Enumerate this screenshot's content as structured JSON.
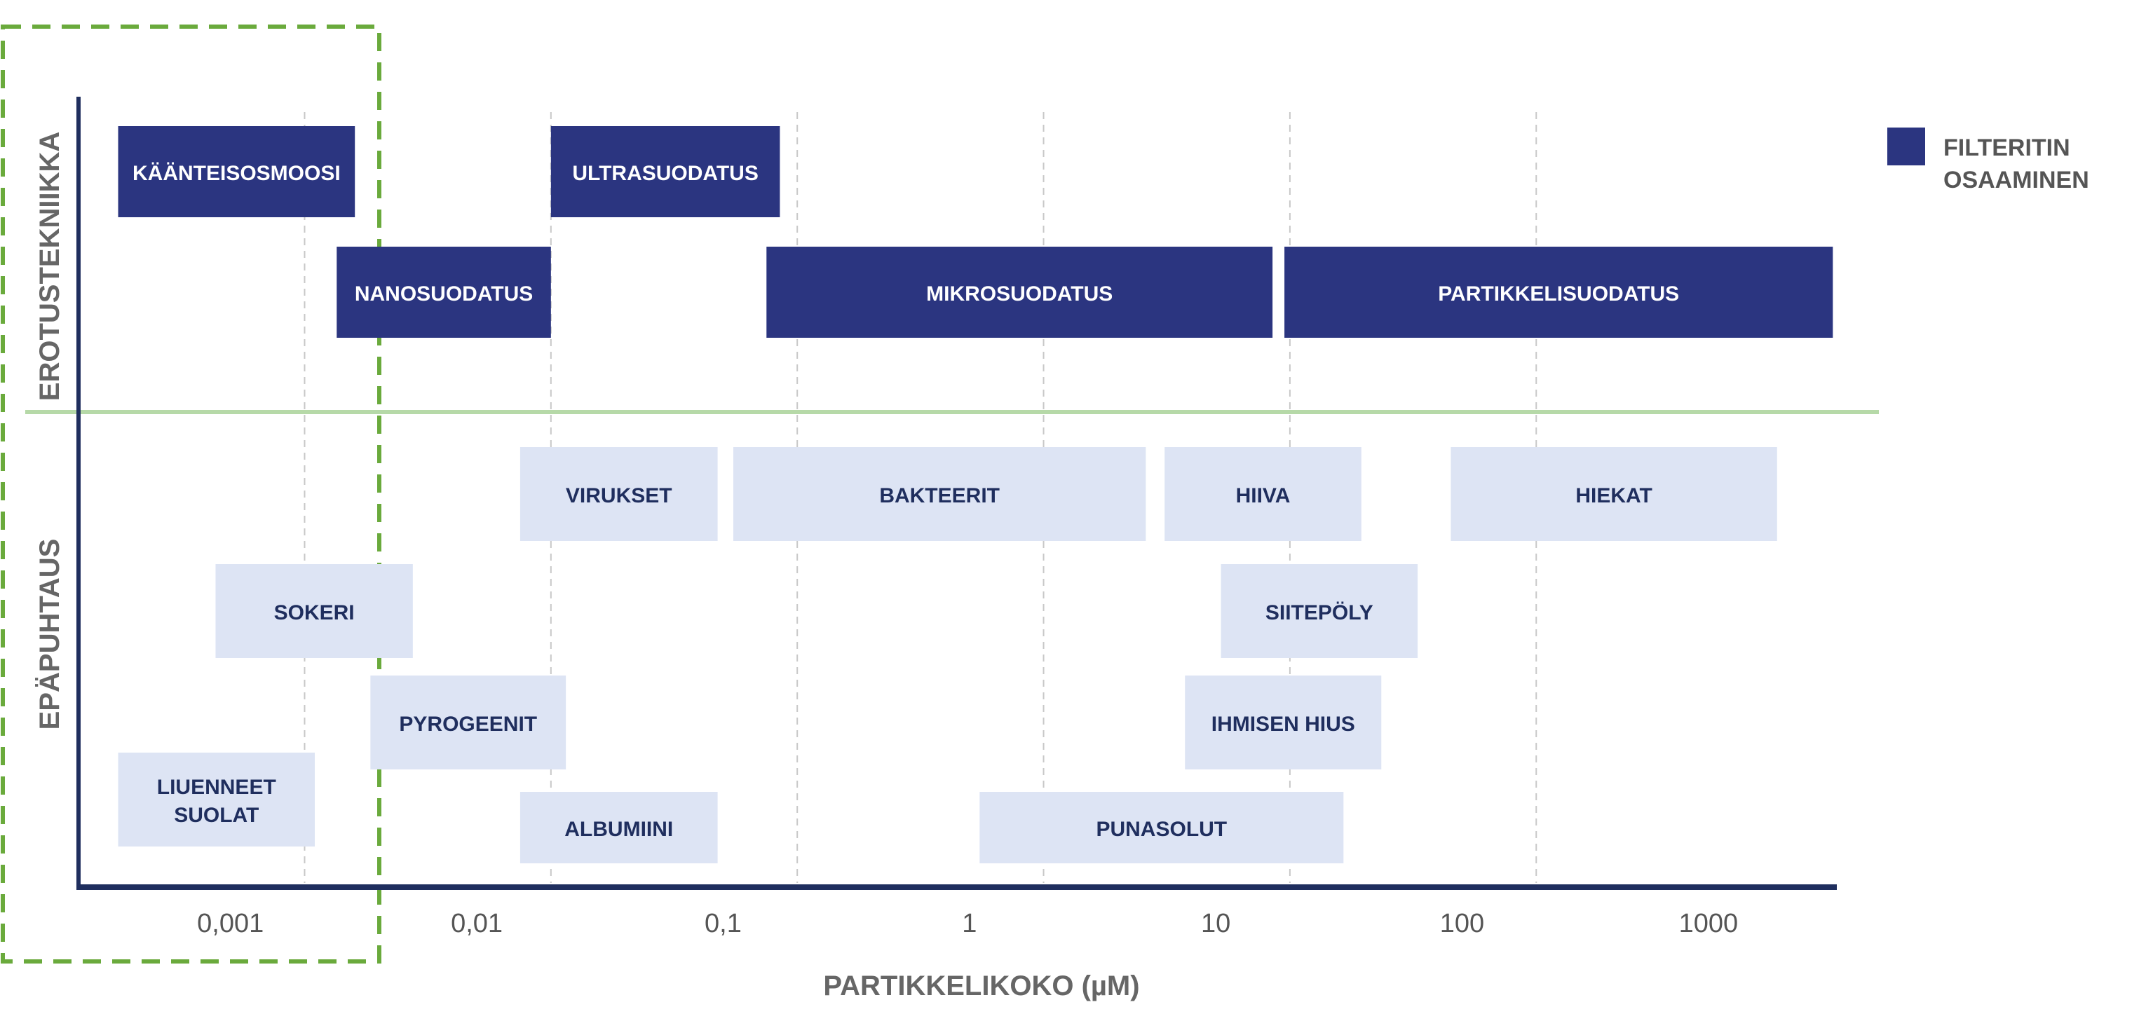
{
  "chart_data": {
    "type": "bar",
    "orientation": "horizontal-range",
    "x_scale": "log",
    "xlabel": "PARTIKKELIKOKO (µM)",
    "x_tick_labels": [
      "0,001",
      "0,01",
      "0,1",
      "1",
      "10",
      "100",
      "1000"
    ],
    "x_tick_values": [
      0.001,
      0.01,
      0.1,
      1,
      10,
      100,
      1000
    ],
    "xlim": [
      0.0003,
      3500
    ],
    "grid": "vertical-dashed",
    "legend_placement": "top-right",
    "legend": {
      "label_line1": "FILTERITIN",
      "label_line2": "OSAAMINEN"
    },
    "colors": {
      "technique": "#2b3580",
      "impurity": "#dde4f4",
      "impurity_text": "#1f2e5e",
      "divider": "#b6d9a8",
      "highlight": "#6aaa3c",
      "axis": "#1f2e5e",
      "grid": "#c8c8c8"
    },
    "highlight_range": [
      0.0003,
      0.005
    ],
    "groups": [
      {
        "name": "EROTUSTEKNIIKKA",
        "role": "technique",
        "items": [
          {
            "label": "KÄÄNTEISOSMOOSI",
            "lines": [
              "KÄÄNTEISOSMOOSI"
            ],
            "row": 0,
            "range": [
              0.00035,
              0.0032
            ]
          },
          {
            "label": "ULTRASUODATUS",
            "lines": [
              "ULTRASUODATUS"
            ],
            "row": 0,
            "range": [
              0.02,
              0.17
            ]
          },
          {
            "label": "NANOSUODATUS",
            "lines": [
              "NANOSUODATUS"
            ],
            "row": 1,
            "range": [
              0.0027,
              0.02
            ]
          },
          {
            "label": "MIKROSUODATUS",
            "lines": [
              "MIKROSUODATUS"
            ],
            "row": 1,
            "range": [
              0.15,
              17
            ]
          },
          {
            "label": "PARTIKKELISUODATUS",
            "lines": [
              "PARTIKKELISUODATUS"
            ],
            "row": 1,
            "range": [
              19,
              3200
            ]
          }
        ]
      },
      {
        "name": "EPÄPUHTAUS",
        "role": "impurity",
        "items": [
          {
            "label": "VIRUKSET",
            "lines": [
              "VIRUKSET"
            ],
            "row": 0,
            "range": [
              0.015,
              0.095
            ]
          },
          {
            "label": "BAKTEERIT",
            "lines": [
              "BAKTEERIT"
            ],
            "row": 0,
            "range": [
              0.11,
              5.2
            ]
          },
          {
            "label": "HIIVA",
            "lines": [
              "HIIVA"
            ],
            "row": 0,
            "range": [
              6.2,
              39
            ]
          },
          {
            "label": "HIEKAT",
            "lines": [
              "HIEKAT"
            ],
            "row": 0,
            "range": [
              90,
              1900
            ]
          },
          {
            "label": "SOKERI",
            "lines": [
              "SOKERI"
            ],
            "row": 1,
            "range": [
              0.00087,
              0.0055
            ]
          },
          {
            "label": "SIITEPÖLY",
            "lines": [
              "SIITEPÖLY"
            ],
            "row": 1,
            "range": [
              10.5,
              66
            ]
          },
          {
            "label": "PYROGEENIT",
            "lines": [
              "PYROGEENIT"
            ],
            "row": 2,
            "range": [
              0.0037,
              0.023
            ]
          },
          {
            "label": "IHMISEN HIUS",
            "lines": [
              "IHMISEN HIUS"
            ],
            "row": 2,
            "range": [
              7.5,
              47
            ]
          },
          {
            "label": "LIUENNEET SUOLAT",
            "lines": [
              "LIUENNEET",
              "SUOLAT"
            ],
            "row": 3,
            "range": [
              0.00035,
              0.0022
            ]
          },
          {
            "label": "ALBUMIINI",
            "lines": [
              "ALBUMIINI"
            ],
            "row": 4,
            "range": [
              0.015,
              0.095
            ]
          },
          {
            "label": "PUNASOLUT",
            "lines": [
              "PUNASOLUT"
            ],
            "row": 4,
            "range": [
              1.1,
              33
            ]
          }
        ]
      }
    ]
  }
}
